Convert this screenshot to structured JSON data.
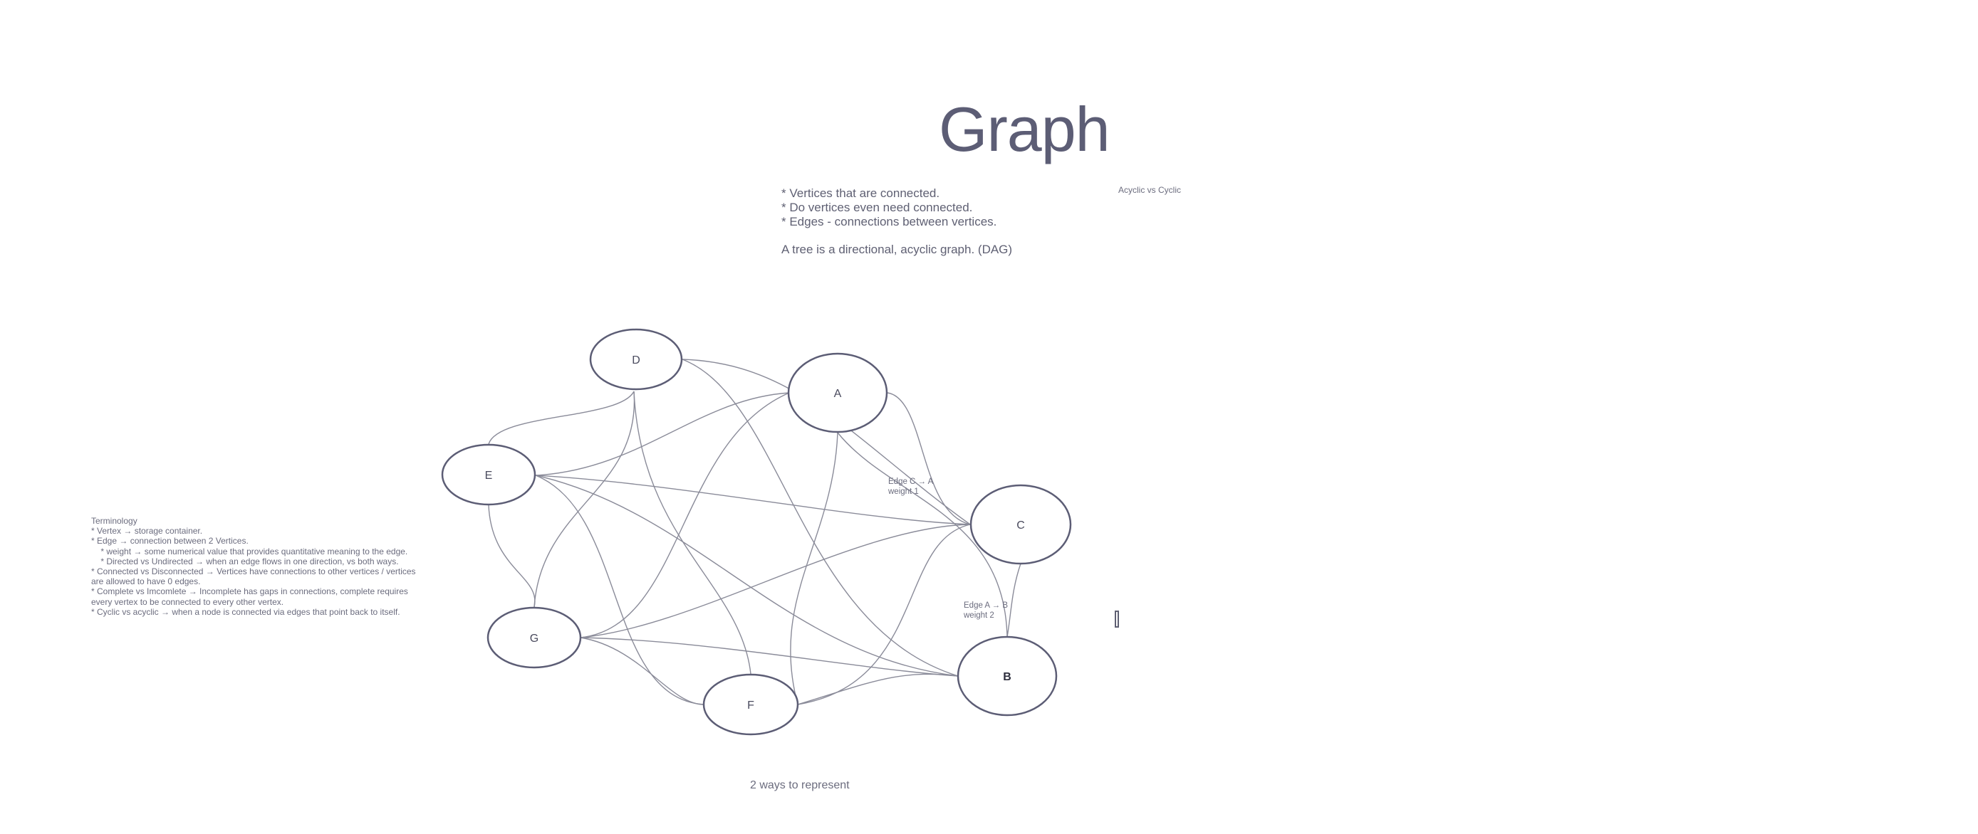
{
  "title": "Graph",
  "notes": {
    "lines": [
      "* Vertices that are connected.",
      "* Do vertices even need connected.",
      "* Edges - connections between vertices."
    ],
    "tree": "A tree is a directional, acyclic graph. (DAG)"
  },
  "side_label": "Acyclic vs Cyclic",
  "terminology": {
    "heading": "Terminology",
    "lines": [
      "* Vertex → storage container.",
      "* Edge → connection between 2 Vertices.",
      "    * weight → some numerical value that provides quantitative meaning to the edge.",
      "    * Directed vs Undirected → when an edge flows in one direction, vs both ways.",
      "* Connected vs Disconnected → Vertices have connections to other vertices / vertices",
      "are allowed to have 0 edges.",
      "* Complete vs Imcomlete → Incomplete has gaps in connections, complete requires",
      "every vertex to be connected to every other vertex.",
      "* Cyclic vs acyclic → when a node is connected via edges that point back to itself."
    ]
  },
  "footer": "2 ways to represent",
  "graph": {
    "nodes": [
      {
        "id": "D",
        "label": "D"
      },
      {
        "id": "A",
        "label": "A"
      },
      {
        "id": "E",
        "label": "E"
      },
      {
        "id": "C",
        "label": "C"
      },
      {
        "id": "G",
        "label": "G"
      },
      {
        "id": "B",
        "label": "B"
      },
      {
        "id": "F",
        "label": "F"
      }
    ],
    "edge_labels": [
      {
        "line1": "Edge C → A",
        "line2": "weight 1"
      },
      {
        "line1": "Edge A → B",
        "line2": "weight 2"
      }
    ],
    "colors": {
      "stroke": "#5c5d75",
      "edge": "#8a8b99",
      "text": "#4a4b5e"
    }
  }
}
